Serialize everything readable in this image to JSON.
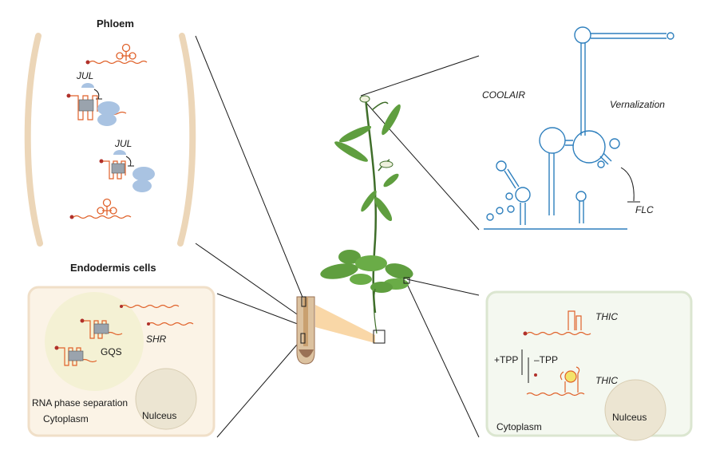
{
  "phloem": {
    "title": "Phloem",
    "jul_top": "JUL",
    "jul_bottom": "JUL"
  },
  "endodermis": {
    "title": "Endodermis cells",
    "gqs": "GQS",
    "shr": "SHR",
    "phase_sep": "RNA phase separation",
    "cytoplasm": "Cytoplasm",
    "nucleus": "Nulceus"
  },
  "coolair": {
    "title": "COOLAIR",
    "vernalization": "Vernalization",
    "flc": "FLC"
  },
  "thic": {
    "thic_top": "THIC",
    "thic_bottom": "THIC",
    "plus_tpp": "+TPP",
    "minus_tpp": "–TPP",
    "cytoplasm": "Cytoplasm",
    "nucleus": "Nulceus"
  },
  "colors": {
    "rna_orange": "#e0622b",
    "rna_dot": "#b0302a",
    "protein_blue": "#a9c3e2",
    "hairpin_blue": "#2e7fbd",
    "phloem_wall": "#ecd6b8",
    "endo_bg": "#fbf3e6",
    "endo_border": "#f0dfc8",
    "thic_bg": "#f4f8f0",
    "thic_border": "#dbe6d0",
    "nucleus_fill": "#ece5d2",
    "gqs_bg": "#f4f1d4",
    "plant_green": "#5f9e3f",
    "root_brown": "#9a7155"
  }
}
